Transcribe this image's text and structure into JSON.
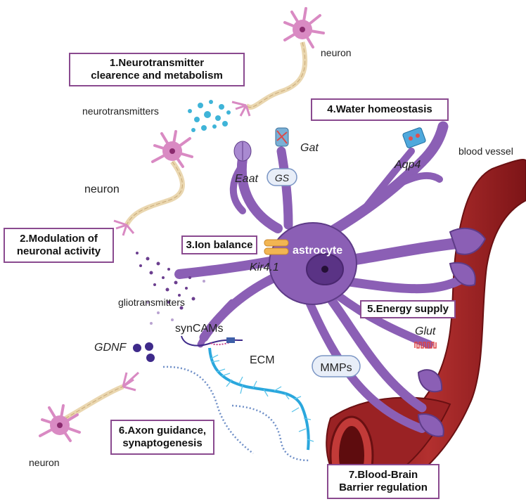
{
  "functions": {
    "f1": {
      "line1": "1.Neurotransmitter",
      "line2": "clearence and metabolism"
    },
    "f2": {
      "line1": "2.Modulation of",
      "line2": "neuronal activity"
    },
    "f3": {
      "label": "3.Ion balance"
    },
    "f4": {
      "label": "4.Water homeostasis"
    },
    "f5": {
      "label": "5.Energy supply"
    },
    "f6": {
      "line1": "6.Axon guidance,",
      "line2": "synaptogenesis"
    },
    "f7": {
      "line1": "7.Blood-Brain",
      "line2": "Barrier regulation"
    }
  },
  "labels": {
    "neuron_top": "neuron",
    "neuron_left": "neuron",
    "neuron_bottom": "neuron",
    "neurotransmitters": "neurotransmitters",
    "gliotransmitters": "gliotransmitters",
    "astrocyte": "astrocyte",
    "blood_vessel": "blood vessel",
    "ecm": "ECM",
    "mmps": "MMPs",
    "gs": "GS",
    "syncams": "synCAMs"
  },
  "genes": {
    "gat": "Gat",
    "eaat": "Eaat",
    "aqp4": "Aqp4",
    "kir": "Kir4.1",
    "glut": "Glut",
    "gdnf": "GDNF"
  },
  "colors": {
    "astrocyte": "#8b5fb5",
    "neuron": "#d98ac3",
    "vessel": "#a7282a",
    "box_border": "#8a4a8f",
    "ecm": "#2aa7dd"
  }
}
